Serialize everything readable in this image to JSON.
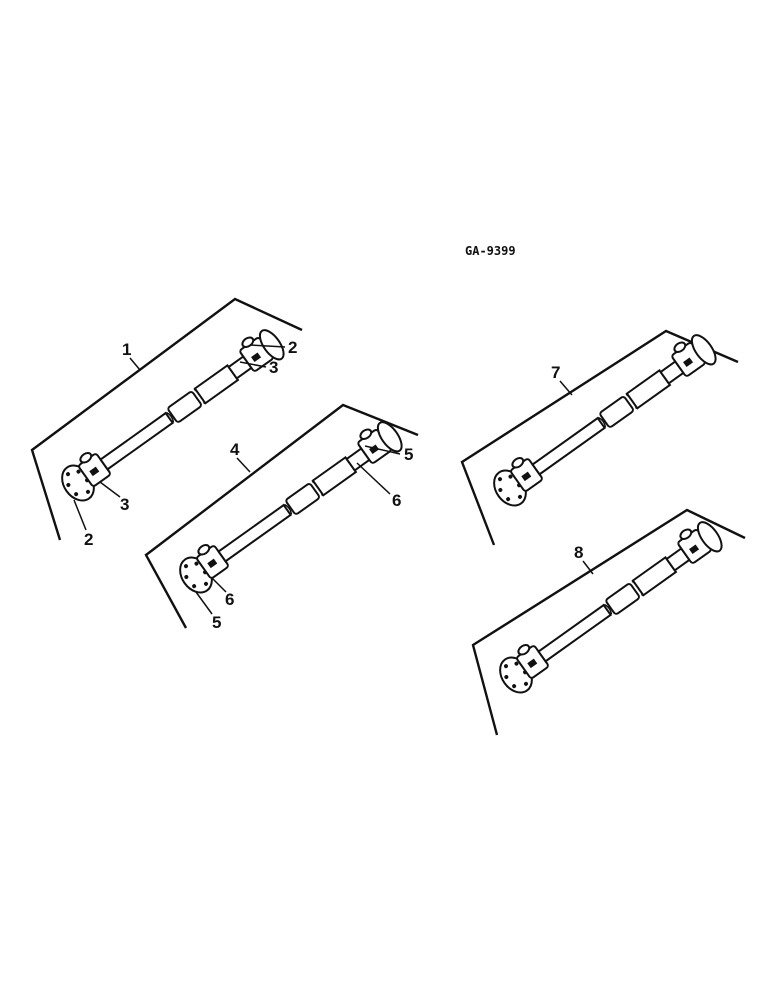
{
  "figure_code": "GA-9399",
  "callouts": {
    "c1": "1",
    "c2a": "2",
    "c3a": "3",
    "c3b": "3",
    "c2b": "2",
    "c4": "4",
    "c5a": "5",
    "c6a": "6",
    "c6b": "6",
    "c5b": "5",
    "c7": "7",
    "c8": "8"
  },
  "assemblies": [
    {
      "id": "1"
    },
    {
      "id": "4"
    },
    {
      "id": "7"
    },
    {
      "id": "8"
    }
  ]
}
